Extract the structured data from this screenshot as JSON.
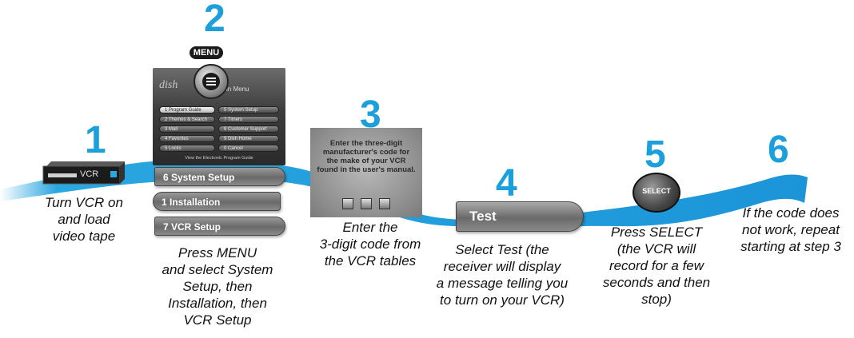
{
  "steps": [
    {
      "number": "1",
      "caption": "Turn VCR on\nand load\nvideo tape"
    },
    {
      "number": "2",
      "caption": "Press MENU\nand select System\nSetup, then\nInstallation, then\nVCR Setup"
    },
    {
      "number": "3",
      "caption": "Enter the\n3-digit code from\nthe VCR tables"
    },
    {
      "number": "4",
      "caption": "Select Test (the\nreceiver will display\na message telling you\nto turn on your VCR)"
    },
    {
      "number": "5",
      "caption": "Press SELECT\n(the VCR will\nrecord for a few\nseconds and then\nstop)"
    },
    {
      "number": "6",
      "caption": "If the code does\nnot work, repeat\nstarting at step 3"
    }
  ],
  "vcr": {
    "label": "VCR"
  },
  "remote_buttons": {
    "menu": "MENU",
    "select": "SELECT"
  },
  "menu_screen": {
    "logo": "dish",
    "title": "in Menu",
    "items": [
      "1 Program Guide",
      "5 System Setup",
      "2 Themes & Search",
      "7 Timers",
      "3 Mall",
      "8 Customer Support",
      "4 Favorites",
      "9 Dish Home",
      "5 Locks",
      "0 Cancel"
    ],
    "footer": "View the Electronic Program Guide"
  },
  "menu_pills": [
    "6  System Setup",
    "1  Installation",
    "7  VCR Setup"
  ],
  "code_screen": {
    "text": "Enter the three-digit manufacturer's code for the make of your VCR found in the user's manual."
  },
  "test_pill": "Test",
  "colors": {
    "accent": "#1ca0dc",
    "ribbon": "#2aa6e0"
  }
}
